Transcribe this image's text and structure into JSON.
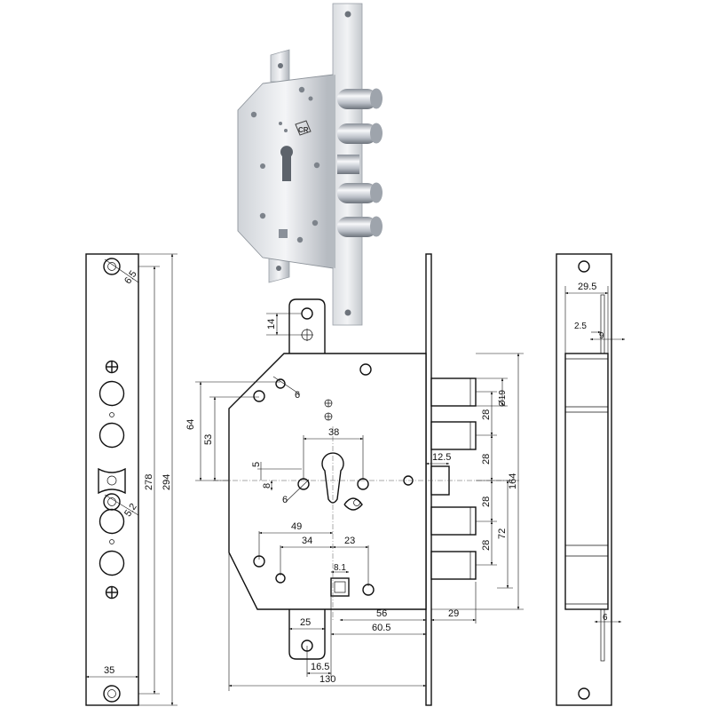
{
  "logo_text": "CR",
  "front_plate": {
    "d_top": "6.5",
    "d_side": "5.2",
    "h_inner": "278",
    "h_outer": "294",
    "w_bottom": "35"
  },
  "body": {
    "d14": "14",
    "d6_top": "6",
    "d64": "64",
    "d53": "53",
    "d38": "38",
    "d5": "5",
    "d8": "8",
    "d6_mid": "6",
    "d49": "49",
    "d34": "34",
    "d23": "23",
    "d8_1": "8.1",
    "d25": "25",
    "d16_5": "16.5",
    "d56": "56",
    "d60_5": "60.5",
    "d29": "29",
    "d130": "130",
    "d12_5": "12.5",
    "d19": "Ø19",
    "d28_1": "28",
    "d28_2": "28",
    "d28_3": "28",
    "d28_4": "28",
    "d72": "72",
    "d164": "164"
  },
  "side_view": {
    "d29_5": "29.5",
    "d2_5": "2.5",
    "d9": "9",
    "d6": "6"
  }
}
